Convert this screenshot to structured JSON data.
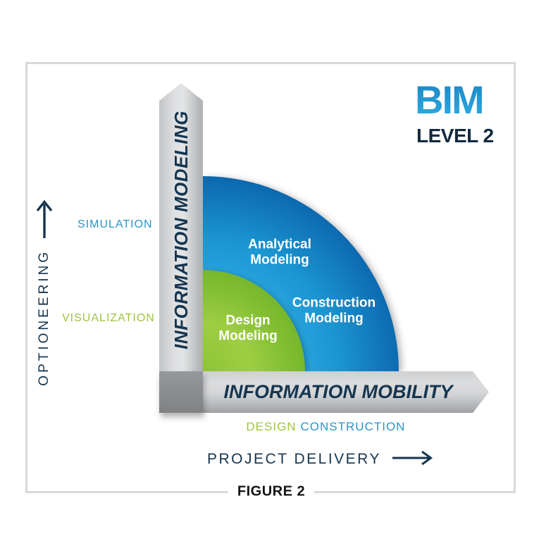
{
  "header": {
    "brand": "BIM",
    "level": "LEVEL 2"
  },
  "diagram": {
    "vertical_arrow_label": "INFORMATION MODELING",
    "horizontal_arrow_label": "INFORMATION MOBILITY",
    "vertical_axis_label": "OPTIONEERING",
    "horizontal_axis_label": "PROJECT DELIVERY",
    "vertical_ticks": {
      "outer": "SIMULATION",
      "inner": "VISUALIZATION"
    },
    "horizontal_ticks": {
      "inner": "DESIGN",
      "outer": "CONSTRUCTION"
    },
    "rings": {
      "outer": {
        "labels": {
          "analytical": "Analytical\nModeling",
          "construction": "Construction\nModeling"
        }
      },
      "inner": {
        "labels": {
          "design": "Design\nModeling"
        }
      }
    }
  },
  "caption": "FIGURE 2",
  "colors": {
    "navy": "#16354f",
    "brand_blue_top": "#1a85c3",
    "brand_blue_bottom": "#2fabe1",
    "ring_blue_inner": "#2ca7df",
    "ring_blue_outer": "#0a60a5",
    "ring_green_inner": "#9ecd43",
    "ring_green_outer": "#74b42a",
    "tick_blue": "#2b93c8",
    "tick_green": "#9cc43f",
    "bar_silver": "#d3d4d6",
    "bar_dark": "#8a8c8f",
    "frame_border": "#d8d9da"
  }
}
